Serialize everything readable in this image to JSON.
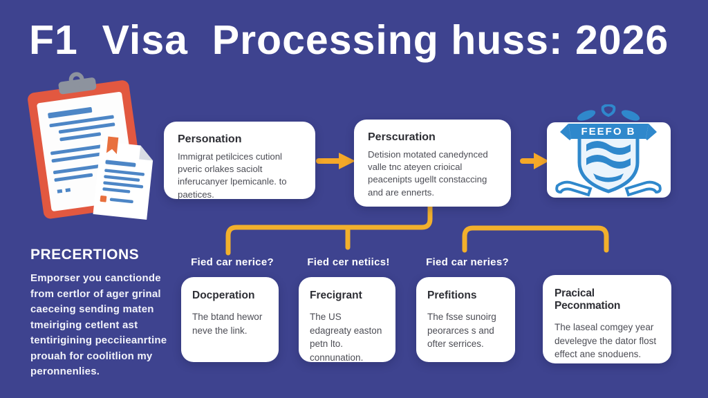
{
  "title": "F1  Visa  Processing huss: 2026",
  "colors": {
    "background": "#3e438f",
    "card": "#ffffff",
    "accent_yellow": "#f2b02c",
    "arrow_orange": "#f5a828",
    "crest_blue": "#2f88cc",
    "clipboard_red": "#e25840",
    "clip_gray": "#8d939e",
    "doc_line_blue": "#4d86c6"
  },
  "flow": {
    "steps": [
      {
        "title": "Personation",
        "body": "Immigrat petilcices cutionl pveric orlakes saciolt inferucanyer lpemicanle. to paetices."
      },
      {
        "title": "Perscuration",
        "body": "Detision motated canedynced valle tnc ateyen crioical peacenipts ugellt constaccing and are ennerts."
      }
    ],
    "badge_text": "FEEFO B"
  },
  "sidebar": {
    "heading": "PRECERTIONS",
    "body": "Emporser you canctionde from certlor of ager grinal caeceing sending maten tmeiriging cetlent ast tentirigining pecciieanrtine prouah for coolitlion my peronnenlies."
  },
  "questions": [
    {
      "label": "Fied car nerice?"
    },
    {
      "label": "Fied cer netiics!"
    },
    {
      "label": "Fied car neries?"
    }
  ],
  "cards": [
    {
      "title": "Docperation",
      "body": "The btand hewor neve the link."
    },
    {
      "title": "Frecigrant",
      "body": "The US edagreaty easton petn lto. connunation."
    },
    {
      "title": "Prefitions",
      "body": "The fsse sunoirg peorarces s and ofter serrices."
    },
    {
      "title": "Pracical Peconmation",
      "body": "The laseal comgey year develegve the dator flost effect ane snoduens."
    }
  ]
}
